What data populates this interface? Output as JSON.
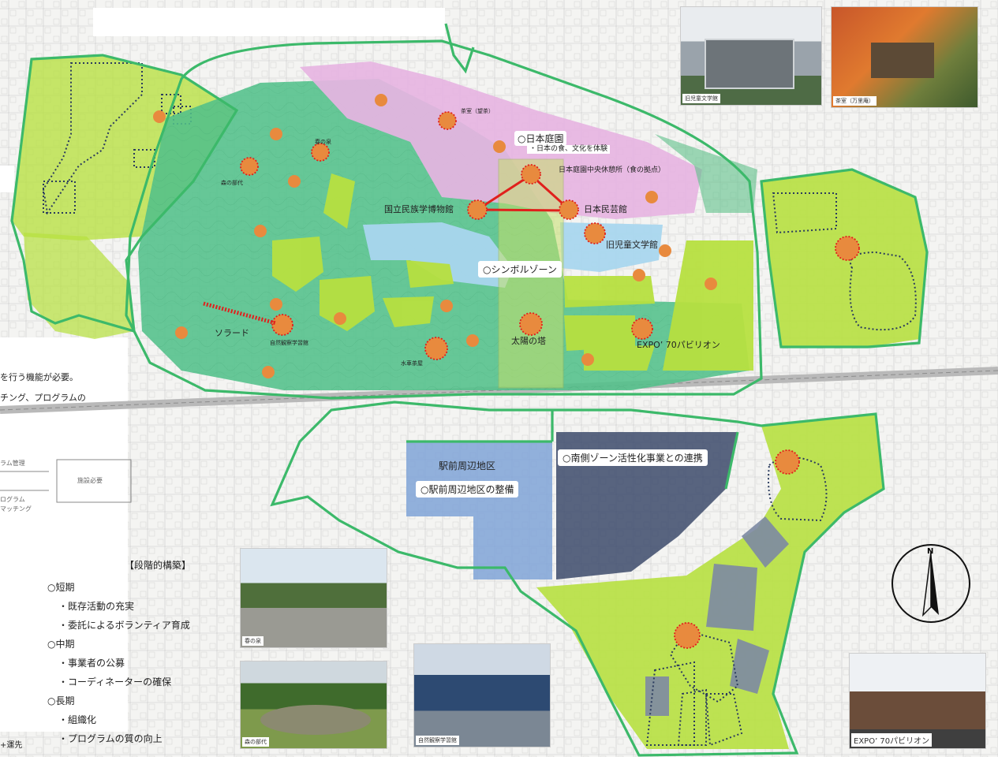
{
  "colors": {
    "forest_green": "#52c08a",
    "meadow_yellow_green": "#b7e040",
    "japanese_garden_pink": "#e6b4e2",
    "pond_blue": "#a9d6ee",
    "south_zone_navy": "#3c4a6b",
    "station_area_blue": "#7fa3d7",
    "boundary_green": "#3cb96a",
    "facility_orange": "#e88a3e",
    "route_red": "#e0201c",
    "gray_block": "#7d8aa3"
  },
  "labels": {
    "japanese_garden_heading": "○日本庭園",
    "japanese_garden_sub": "・日本の食、文化を体験",
    "garden_rest_house": "日本庭園中央休憩所（食の拠点）",
    "tea_house_top": "茶室（望茶）",
    "museum_ethnology": "国立民族学博物館",
    "folk_crafts": "日本民芸館",
    "old_children_lit": "旧児童文学館",
    "symbol_zone": "○シンボルゾーン",
    "tower_of_sun": "太陽の塔",
    "expo_pavilion": "EXPO’ 70パビリオン",
    "spring_spring": "春の泉",
    "forest_stage": "森の部代",
    "solarde": "ソラード",
    "nature_center": "自然観察学習館",
    "water_tea_house": "水車茶屋",
    "station_area_name": "駅前周辺地区",
    "station_area_dev": "○駅前周辺地区の整備",
    "south_zone_link": "○南側ゾーン活性化事業との連携",
    "left_note_1": "を行う機能が必要。",
    "left_note_2": "チング、プログラムの",
    "left_frag_1": "ラム管理",
    "left_frag_2": "施設必要",
    "left_frag_3": "ログラム",
    "left_frag_4": "マッチング",
    "left_frag_5": "+運先"
  },
  "phases": {
    "title": "【段階的構築】",
    "short": "○短期",
    "short_1": "・既存活動の充実",
    "short_2": "・委託によるボランティア育成",
    "mid": "○中期",
    "mid_1": "・事業者の公募",
    "mid_2": "・コーディネーターの確保",
    "long": "○長期",
    "long_1": "・組織化",
    "long_2": "・プログラムの質の向上"
  },
  "photos": {
    "old_childrens_lit": "旧児童文学館",
    "tea_house": "茶室（万里庵）",
    "spring": "春の泉",
    "forest_stage": "森の部代",
    "nature_center": "自然観察学習館",
    "expo_pavilion": "EXPO’ 70パビリオン"
  },
  "compass": {
    "north_label": "N"
  }
}
